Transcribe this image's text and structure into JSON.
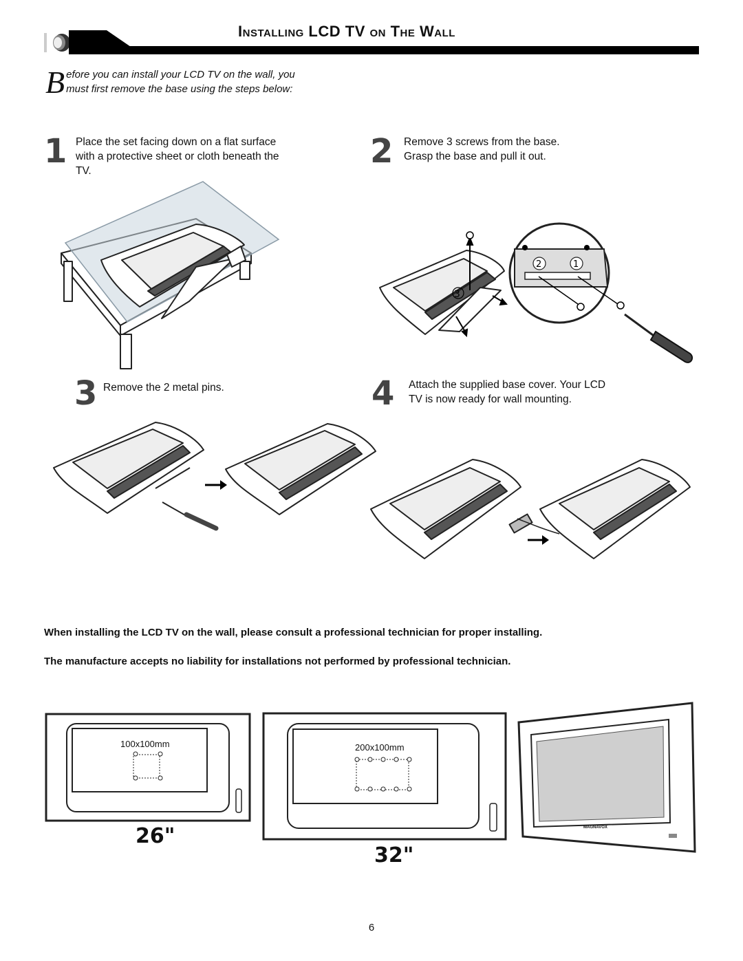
{
  "header": {
    "title": "Installing LCD TV on The Wall"
  },
  "intro": {
    "dropcap": "B",
    "text": "efore you can install your LCD TV on the wall, you must first remove the base using the steps below:"
  },
  "steps": [
    {
      "number": "1",
      "text": "Place the set facing down on a flat surface with a protective sheet or cloth beneath the TV."
    },
    {
      "number": "2",
      "text": "Remove 3 screws from the base. Grasp the base and pull it out."
    },
    {
      "number": "3",
      "text": "Remove the 2 metal pins."
    },
    {
      "number": "4",
      "text": "Attach the supplied base cover. Your LCD TV is now ready for wall mounting."
    }
  ],
  "callouts": {
    "screw_1": "1",
    "screw_2": "2",
    "screw_3": "3"
  },
  "warnings": [
    "When installing the LCD TV on the wall, please consult a professional technician for proper installing.",
    "The manufacture accepts no liability for installations not performed by professional technician."
  ],
  "mounts": [
    {
      "pattern": "100x100mm",
      "size": "26\""
    },
    {
      "pattern": "200x100mm",
      "size": "32\""
    }
  ],
  "tv_brand": "MAGNAVOX",
  "page_number": "6",
  "icons": [
    "lens-icon",
    "arrow-right-icon",
    "screwdriver-icon",
    "screw-icon"
  ]
}
